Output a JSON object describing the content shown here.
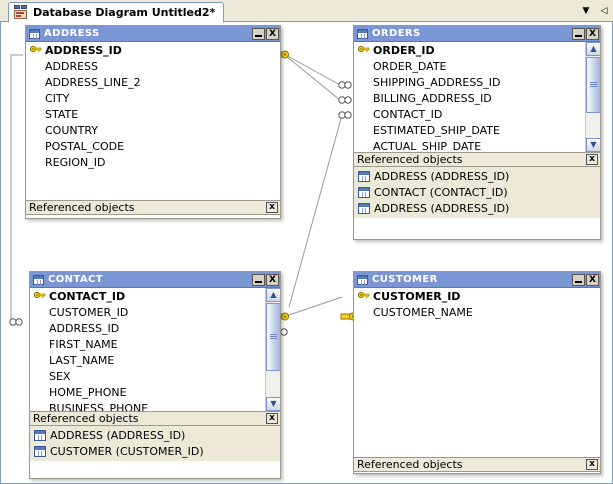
{
  "window": {
    "tab": {
      "label": "Database Diagram Untitled2*",
      "icon": "database-diagram-icon"
    },
    "strip": {
      "dropdown_icon": "▼",
      "scroll_left_icon": "◁"
    }
  },
  "diagram": {
    "referenced_objects_label": "Referenced objects",
    "close_glyph": "x",
    "minimize_glyph": "_",
    "close_window_glyph": "X",
    "scroll_up_glyph": "▲",
    "scroll_down_glyph": "▼",
    "tables": [
      {
        "name": "ADDRESS",
        "fields": [
          {
            "name": "ADDRESS_ID",
            "pk": true
          },
          {
            "name": "ADDRESS",
            "pk": false
          },
          {
            "name": "ADDRESS_LINE_2",
            "pk": false
          },
          {
            "name": "CITY",
            "pk": false
          },
          {
            "name": "STATE",
            "pk": false
          },
          {
            "name": "COUNTRY",
            "pk": false
          },
          {
            "name": "POSTAL_CODE",
            "pk": false
          },
          {
            "name": "REGION_ID",
            "pk": false
          }
        ],
        "referenced_objects": [],
        "has_scrollbar": false
      },
      {
        "name": "ORDERS",
        "fields": [
          {
            "name": "ORDER_ID",
            "pk": true
          },
          {
            "name": "ORDER_DATE",
            "pk": false
          },
          {
            "name": "SHIPPING_ADDRESS_ID",
            "pk": false
          },
          {
            "name": "BILLING_ADDRESS_ID",
            "pk": false
          },
          {
            "name": "CONTACT_ID",
            "pk": false
          },
          {
            "name": "ESTIMATED_SHIP_DATE",
            "pk": false
          },
          {
            "name": "ACTUAL_SHIP_DATE",
            "pk": false
          }
        ],
        "referenced_objects": [
          "ADDRESS (ADDRESS_ID)",
          "CONTACT (CONTACT_ID)",
          "ADDRESS (ADDRESS_ID)"
        ],
        "has_scrollbar": true
      },
      {
        "name": "CONTACT",
        "fields": [
          {
            "name": "CONTACT_ID",
            "pk": true
          },
          {
            "name": "CUSTOMER_ID",
            "pk": false
          },
          {
            "name": "ADDRESS_ID",
            "pk": false
          },
          {
            "name": "FIRST_NAME",
            "pk": false
          },
          {
            "name": "LAST_NAME",
            "pk": false
          },
          {
            "name": "SEX",
            "pk": false
          },
          {
            "name": "HOME_PHONE",
            "pk": false
          },
          {
            "name": "BUSINESS_PHONE",
            "pk": false
          }
        ],
        "referenced_objects": [
          "ADDRESS (ADDRESS_ID)",
          "CUSTOMER (CUSTOMER_ID)"
        ],
        "has_scrollbar": true
      },
      {
        "name": "CUSTOMER",
        "fields": [
          {
            "name": "CUSTOMER_ID",
            "pk": true
          },
          {
            "name": "CUSTOMER_NAME",
            "pk": false
          }
        ],
        "referenced_objects": [],
        "has_scrollbar": false
      }
    ]
  },
  "colors": {
    "title_bar": "#7b96d4",
    "panel": "#ece9d8",
    "canvas": "#ffffff",
    "connector": "#9a9a9a",
    "key_icon": "#f5d020",
    "border": "#7f9db9"
  }
}
